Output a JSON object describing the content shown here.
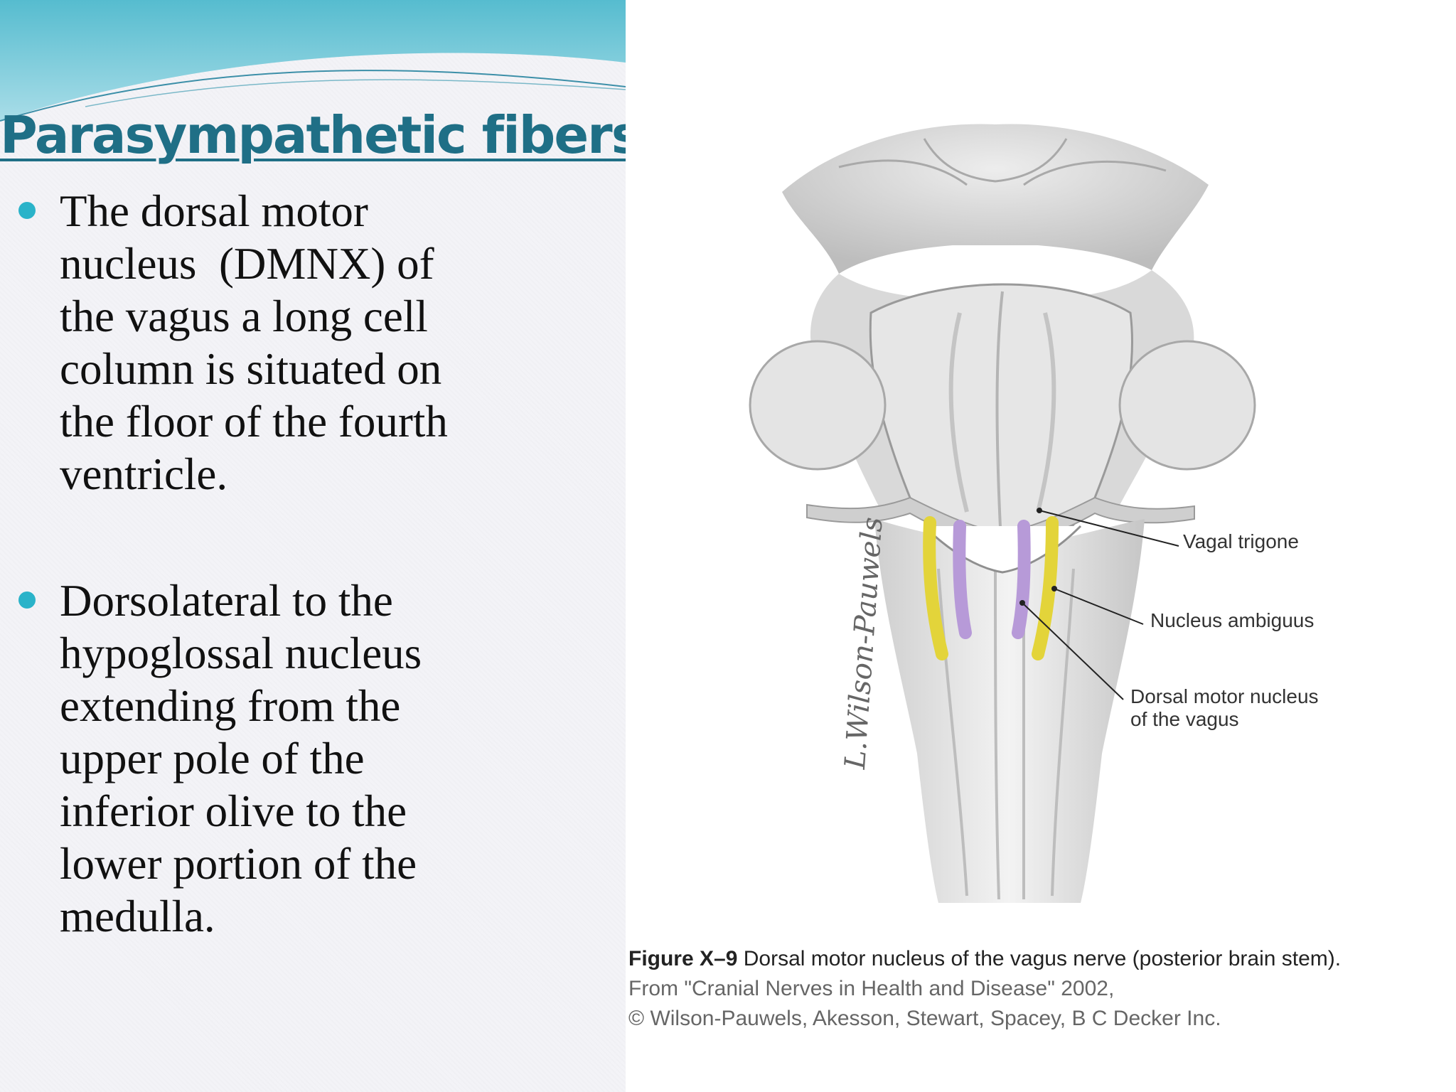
{
  "slide": {
    "title": "Parasympathetic fibers",
    "bullets": [
      {
        "lines": [
          "The dorsal motor",
          "nucleus  (DMNX) of",
          "the vagus a long cell",
          "column is situated on",
          "the floor of the fourth",
          "ventricle."
        ]
      },
      {
        "lines": [
          "Dorsolateral to the",
          "hypoglossal nucleus",
          "extending from the",
          "upper pole of the",
          "inferior olive to the",
          "lower portion of the",
          "medulla."
        ]
      }
    ],
    "accent_color": "#2ab3c9",
    "title_color": "#1f6f86"
  },
  "figure": {
    "labels": {
      "vagal_trigone": "Vagal trigone",
      "nucleus_ambiguus": "Nucleus ambiguus",
      "dorsal_motor_line1": "Dorsal motor nucleus",
      "dorsal_motor_line2": "of the vagus"
    },
    "signature": "L.Wilson-Pauwels",
    "caption": {
      "fignum": "Figure X–9",
      "text": " Dorsal motor nucleus of the vagus nerve (posterior brain stem).",
      "source_line1": "From \"Cranial Nerves in Health and Disease\" 2002,",
      "source_line2": "© Wilson-Pauwels, Akesson, Stewart, Spacey, B C Decker Inc."
    },
    "colors": {
      "nucleus_ambiguus": "#e3d43a",
      "dorsal_motor_nucleus": "#b79ad8"
    }
  }
}
